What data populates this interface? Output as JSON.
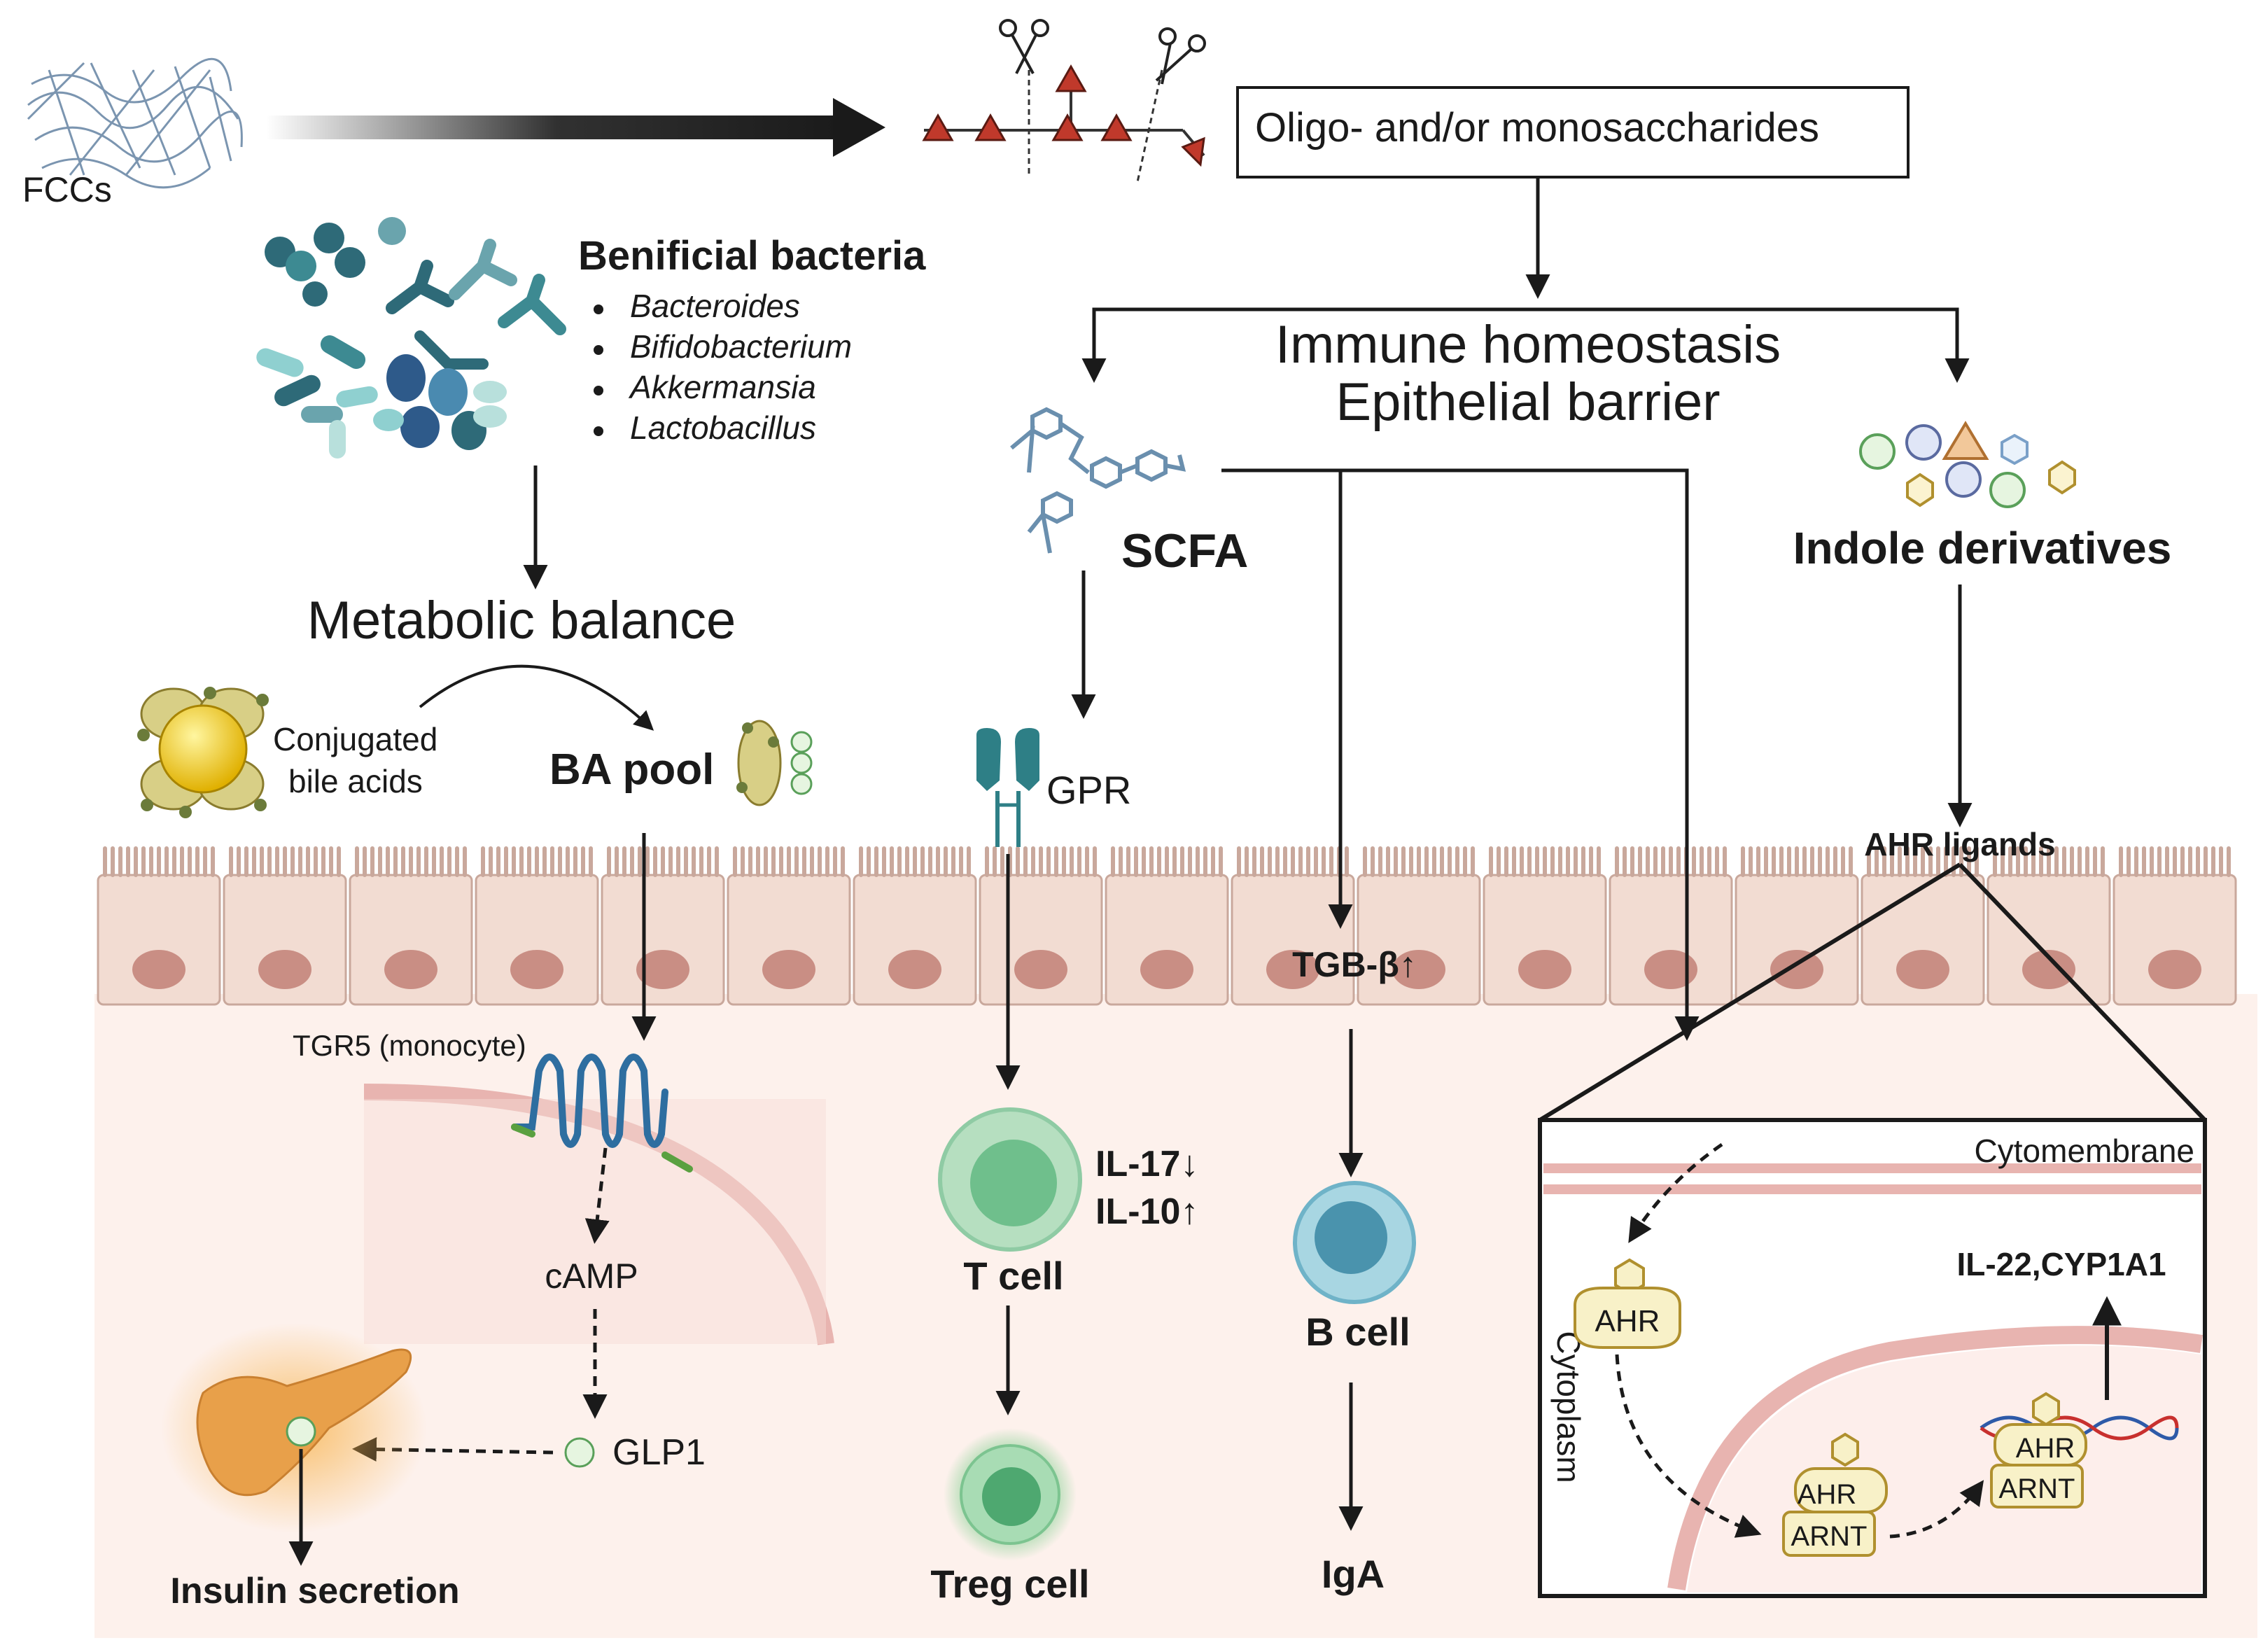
{
  "top": {
    "source": "FCCs",
    "products_box": "Oligo- and/or monosaccharides"
  },
  "bacteria": {
    "title": "Benificial bacteria",
    "species": [
      "Bacteroides",
      "Bifidobacterium",
      "Akkermansia",
      "Lactobacillus"
    ]
  },
  "metabolic": {
    "title": "Metabolic balance",
    "conjugated_line1": "Conjugated",
    "conjugated_line2": "bile acids",
    "ba_pool": "BA pool",
    "tgr5": "TGR5 (monocyte)",
    "camp": "cAMP",
    "glp1": "GLP1",
    "insulin": "Insulin secretion"
  },
  "immune": {
    "title_line1": "Immune homeostasis",
    "title_line2": "Epithelial barrier",
    "scfa": "SCFA",
    "gpr": "GPR",
    "tgb": "TGB-β↑",
    "t_cell": "T cell",
    "il17": "IL-17↓",
    "il10": "IL-10↑",
    "treg": "Treg cell",
    "b_cell": "B cell",
    "iga": "IgA"
  },
  "indole": {
    "title": "Indole derivatives",
    "ahr_ligands": "AHR ligands",
    "cytomembrane": "Cytomembrane",
    "cytoplasm": "Cytoplasm",
    "ahr": "AHR",
    "arnt": "ARNT",
    "genes": "IL-22,CYP1A1"
  },
  "colors": {
    "arrow": "#1a1a1a",
    "fiber": "#6d8aa8",
    "fragment": "#c0392b",
    "epithelium": "#f2dcd2",
    "nucleus": "#c98e84",
    "tissue": "#fdf1ec",
    "membrane": "#e8b4b0",
    "receptor": "#2e7f86",
    "t_cell": "#8fcba4",
    "b_cell": "#6fb3c8",
    "ahr_fill": "#f8f1c8",
    "pancreas": "#e8a04a"
  }
}
